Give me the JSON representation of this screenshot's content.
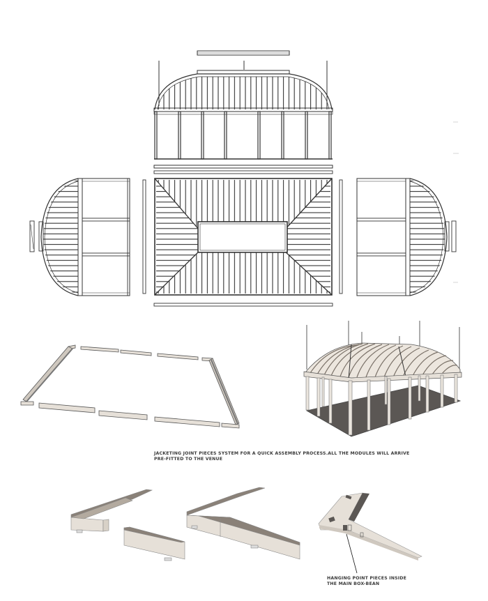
{
  "captions": {
    "assembly": "JACKETING JOINT PIECES SYSTEM FOR A QUICK ASSEMBLY PROCESS.ALL THE MODULES WILL ARRIVE\nPRE-FITTED TO THE VENUE",
    "hanging_point": "HANGING POINT PIECES INSIDE\nTHE MAIN BOX-BEAN"
  },
  "drawings": [
    {
      "id": "front-elevation",
      "label": "Front elevation with arched roof"
    },
    {
      "id": "roof-plan",
      "label": "Exploded roof plan with center skylight"
    },
    {
      "id": "left-end-module",
      "label": "Left semicircular end module"
    },
    {
      "id": "right-end-module",
      "label": "Right semicircular end module"
    },
    {
      "id": "box-beam-frame",
      "label": "Box-beam perimeter frame (exploded)"
    },
    {
      "id": "pavilion-3d",
      "label": "3D pavilion perspective"
    },
    {
      "id": "joint-detail-exploded",
      "label": "Jacketing joint detail (exploded)"
    },
    {
      "id": "joint-detail-assembled",
      "label": "Jacketing joint detail (assembled)"
    },
    {
      "id": "hanging-point-detail",
      "label": "Hanging point detail"
    }
  ],
  "colors": {
    "line": "#333333",
    "beam_face": "#e6e0d8",
    "beam_top": "#8a8178",
    "floor": "#5b5754",
    "text": "#3a3a3a"
  }
}
